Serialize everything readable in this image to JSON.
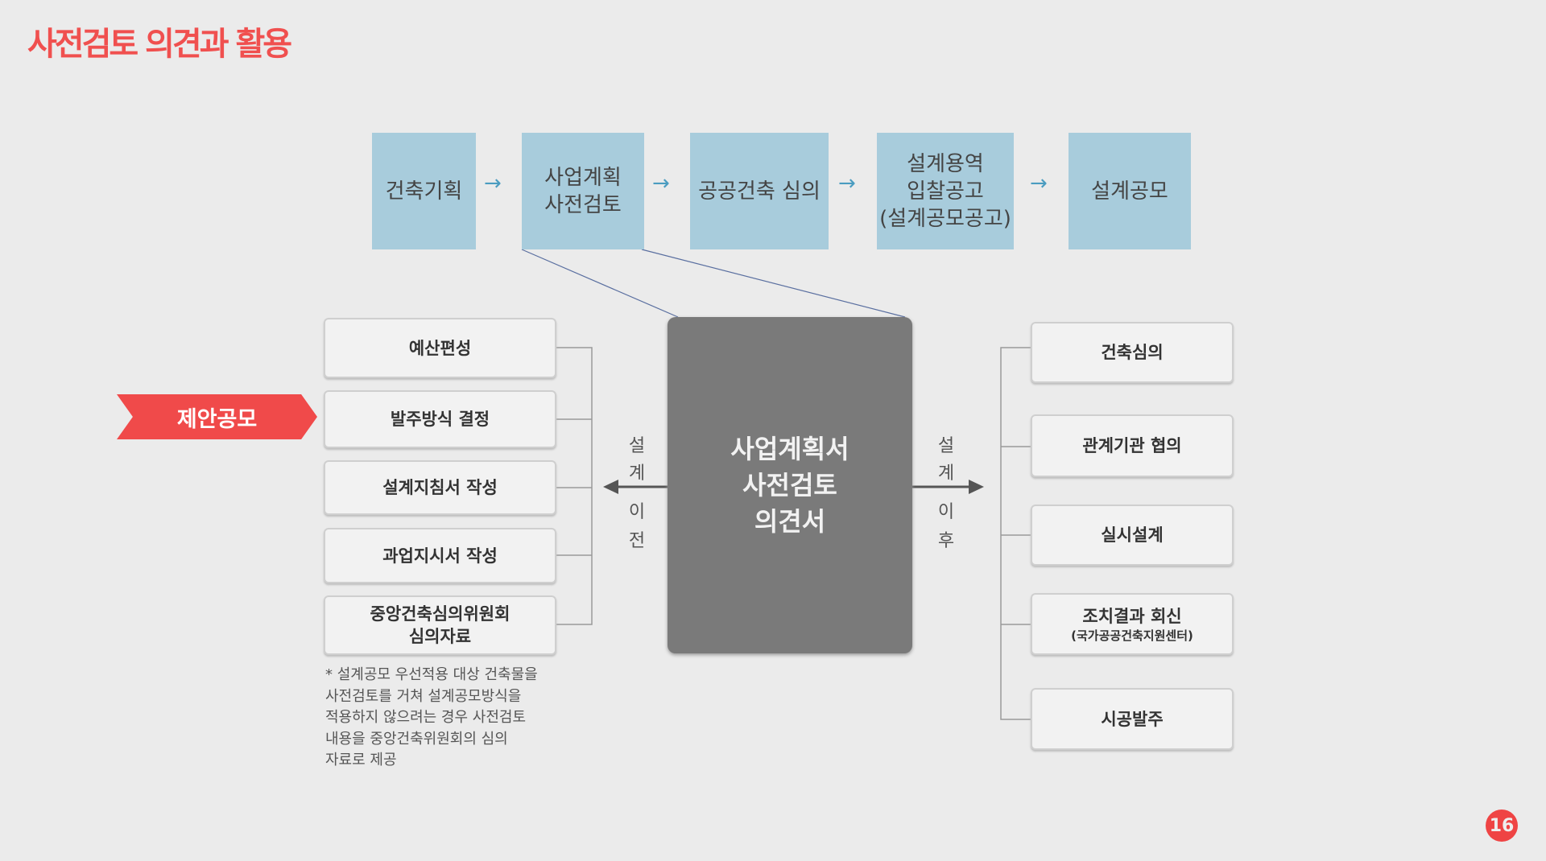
{
  "title": "사전검토 의견과 활용",
  "process_steps": [
    "건축기획",
    "사업계획\n사전검토",
    "공공건축 심의",
    "설계용역\n입찰공고\n(설계공모공고)",
    "설계공모"
  ],
  "arrow_glyph": "→",
  "center_box": "사업계획서\n사전검토\n의견서",
  "before_label": [
    "설",
    "계",
    "이",
    "전"
  ],
  "after_label": [
    "설",
    "계",
    "이",
    "후"
  ],
  "left_items": [
    "예산편성",
    "발주방식 결정",
    "설계지침서 작성",
    "과업지시서 작성",
    "중앙건축심의위원회\n심의자료"
  ],
  "right_items": [
    {
      "main": "건축심의"
    },
    {
      "main": "관계기관 협의"
    },
    {
      "main": "실시설계"
    },
    {
      "main": "조치결과 회신",
      "sub": "(국가공공건축지원센터)"
    },
    {
      "main": "시공발주"
    }
  ],
  "highlight_tag": "제안공모",
  "footnote": "* 설계공모 우선적용 대상 건축물을\n  사전검토를 거쳐 설계공모방식을\n  적용하지 않으려는 경우 사전검토\n  내용을 중앙건축위원회의 심의\n  자료로 제공",
  "page_number": "16",
  "colors": {
    "accent": "#f04a4a",
    "step_box": "#a8ccdc",
    "center_box": "#7a7a7a"
  }
}
